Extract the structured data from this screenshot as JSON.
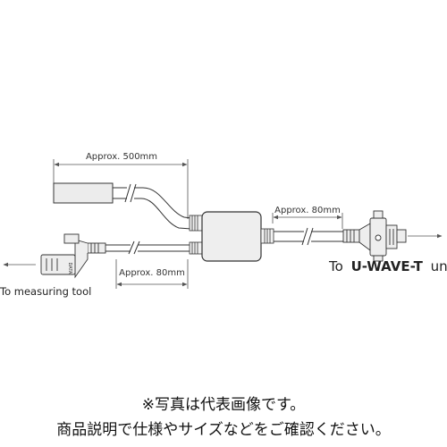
{
  "diagram": {
    "dimension_labels": {
      "cable_length": "Approx. 500mm",
      "right_branch": "Approx. 80mm",
      "left_branch": "Approx. 80mm"
    },
    "labels": {
      "to_prefix": "To",
      "to_unit": "U-WAVE-T",
      "unit_suffix": "unit",
      "measuring_tool": "To measuring tool"
    },
    "connector_mark": "DATA"
  },
  "notes": {
    "line1": "※写真は代表画像です。",
    "line2": "商品説明で仕様やサイズなどをご確認ください。"
  },
  "colors": {
    "line": "#333333",
    "arrow": "#555555",
    "fill": "#e6e6e6"
  }
}
